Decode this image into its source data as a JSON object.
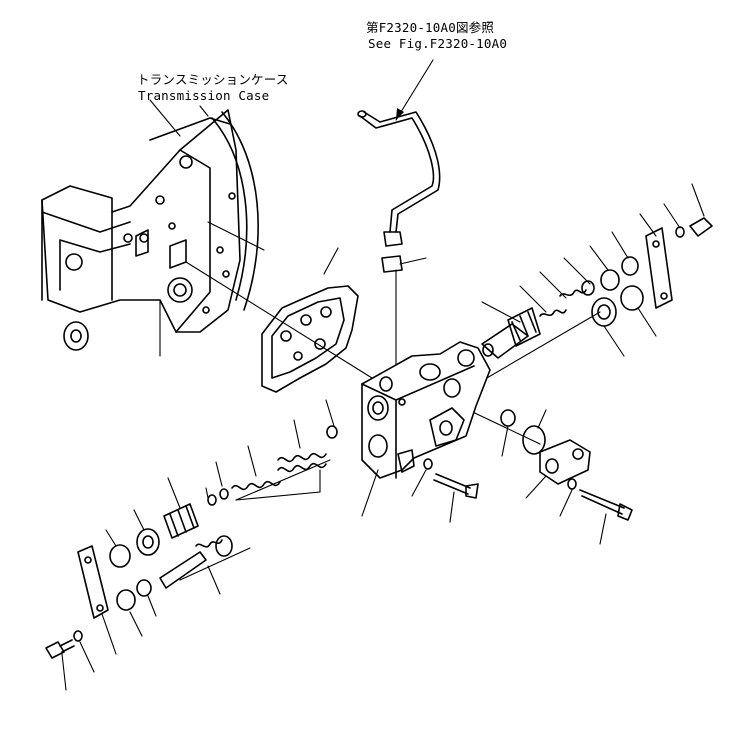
{
  "labels": {
    "ref_jp": "第F2320-10A0図参照",
    "ref_en": "See Fig.F2320-10A0",
    "case_jp": "トランスミッションケース",
    "case_en": "Transmission Case"
  }
}
